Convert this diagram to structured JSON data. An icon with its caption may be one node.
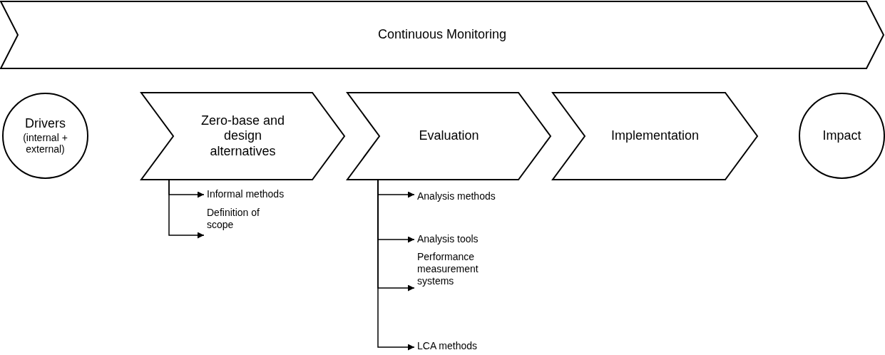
{
  "diagram": {
    "nodes": [
      {
        "text": [
          "Continuous Monitoring"
        ]
      },
      {
        "text": [
          "Drivers",
          "(internal + external)"
        ]
      },
      {
        "text": [
          "Zero-base and design alternatives"
        ]
      },
      {
        "text": [
          "Evaluation"
        ]
      },
      {
        "text": [
          "Implementation"
        ]
      },
      {
        "text": [
          "Impact"
        ]
      },
      {
        "text": [
          "Informal methods"
        ]
      },
      {
        "text": [
          "Definition of scope"
        ]
      },
      {
        "text": [
          "Analysis methods"
        ]
      },
      {
        "text": [
          "Analysis tools"
        ]
      },
      {
        "text": [
          "Performance measurement systems"
        ]
      },
      {
        "text": [
          "LCA methods"
        ]
      }
    ],
    "edges": [
      {
        "from": 2,
        "to": 6,
        "arrow": "to"
      },
      {
        "from": 2,
        "to": 7,
        "arrow": "to"
      },
      {
        "from": 3,
        "to": 8,
        "arrow": "to"
      },
      {
        "from": 3,
        "to": 9,
        "arrow": "to"
      },
      {
        "from": 3,
        "to": 10,
        "arrow": "to"
      },
      {
        "from": 3,
        "to": 11,
        "arrow": "to"
      }
    ]
  }
}
